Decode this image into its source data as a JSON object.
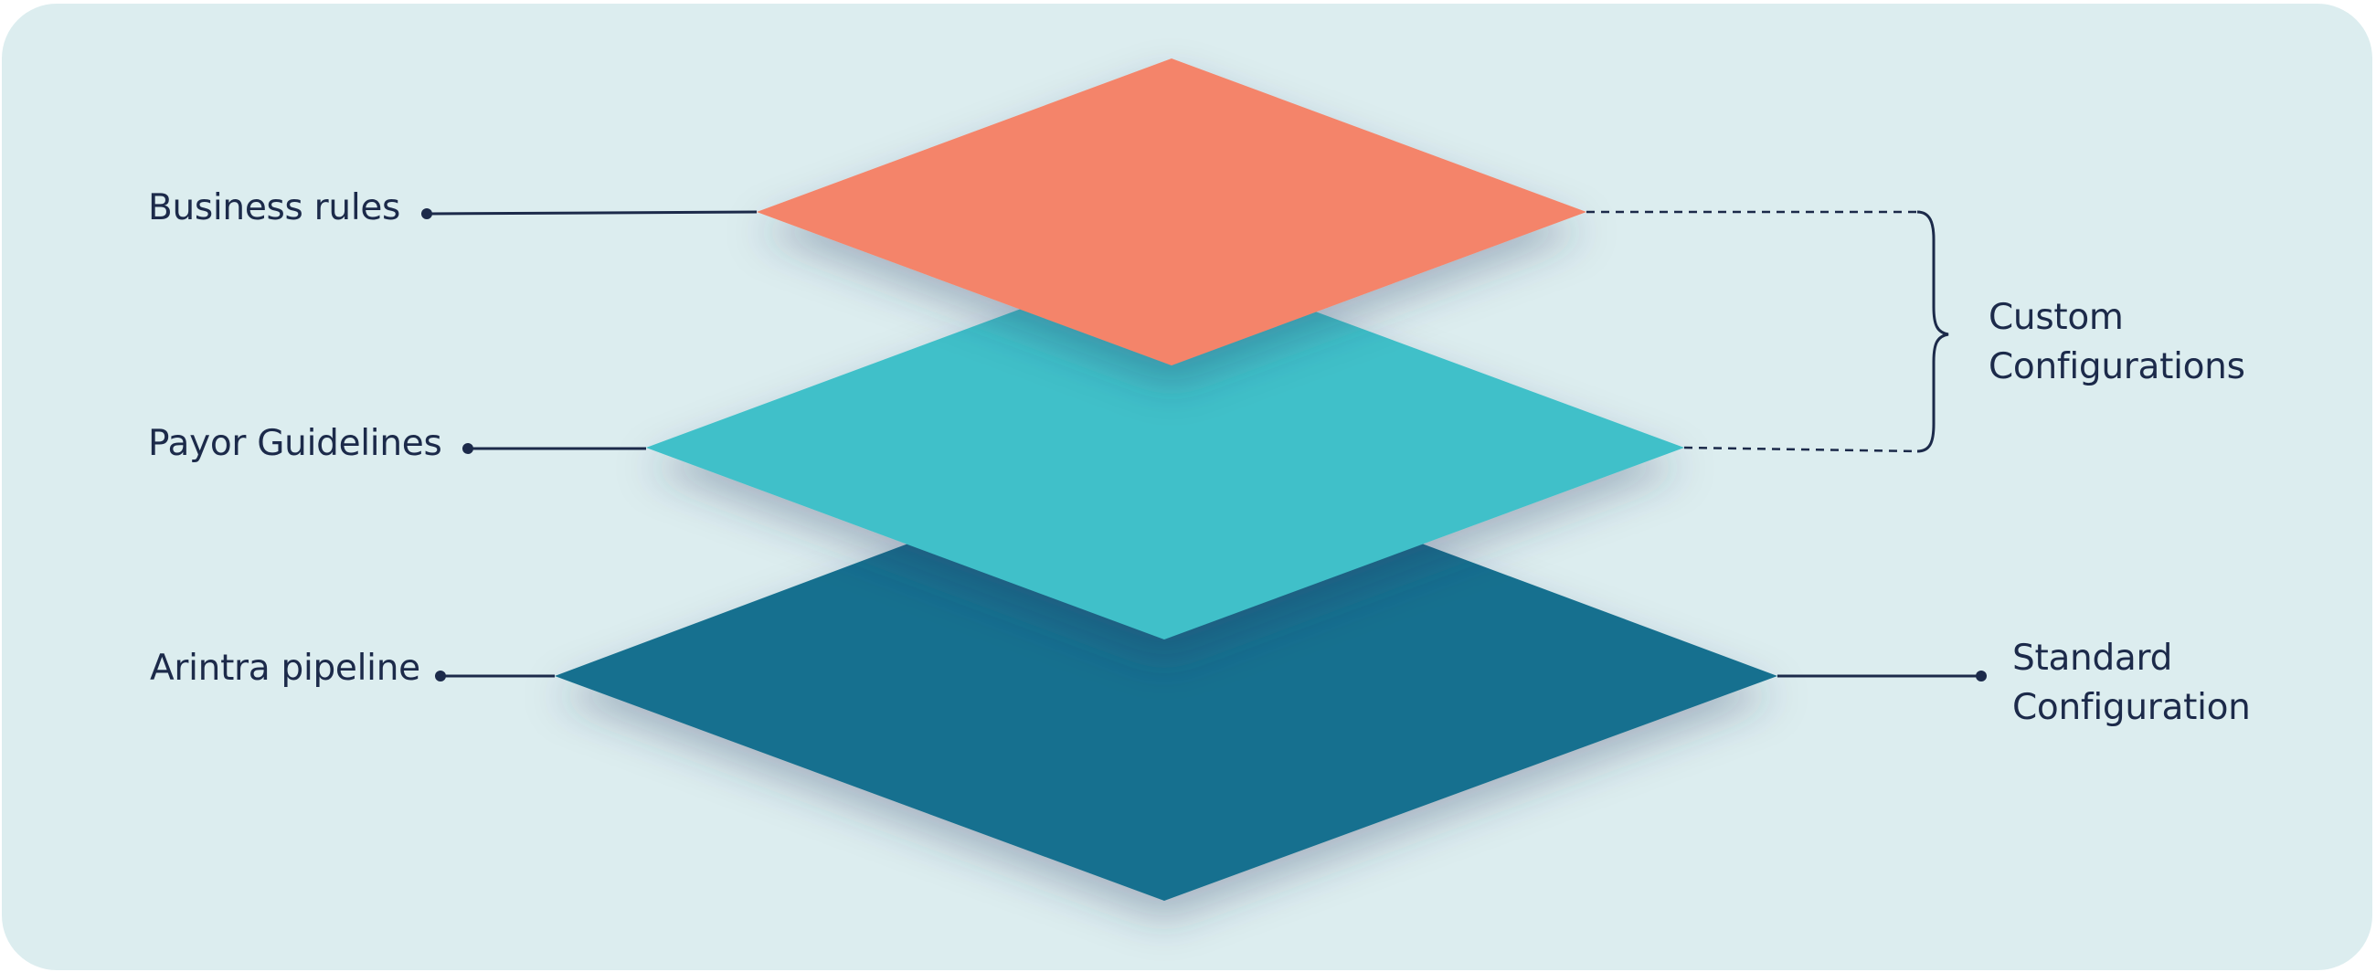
{
  "colors": {
    "background": "#dcedef",
    "top_layer": "#f4846a",
    "middle_layer": "#41c0c9",
    "bottom_layer": "#17708f",
    "lines": "#1c2a4a"
  },
  "layers": [
    {
      "id": "top",
      "label": "Business rules"
    },
    {
      "id": "middle",
      "label": "Payor Guidelines"
    },
    {
      "id": "bottom",
      "label": "Arintra pipeline"
    }
  ],
  "groups": {
    "custom": {
      "line1": "Custom",
      "line2": "Configurations"
    },
    "standard": {
      "line1": "Standard",
      "line2": "Configuration"
    }
  }
}
